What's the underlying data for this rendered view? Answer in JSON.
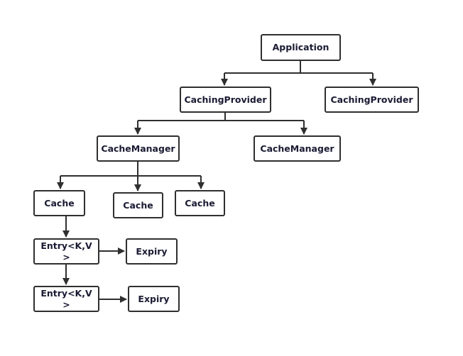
{
  "diagram": {
    "application": "Application",
    "caching_provider_1": "CachingProvider",
    "caching_provider_2": "CachingProvider",
    "cache_manager_1": "CacheManager",
    "cache_manager_2": "CacheManager",
    "cache_1": "Cache",
    "cache_2": "Cache",
    "cache_3": "Cache",
    "entry_1": "Entry<K,V>",
    "expiry_1": "Expiry",
    "entry_2": "Entry<K,V>",
    "expiry_2": "Expiry"
  },
  "colors": {
    "stroke": "#2f2f2f",
    "text": "#1a1a33",
    "background": "#ffffff"
  }
}
